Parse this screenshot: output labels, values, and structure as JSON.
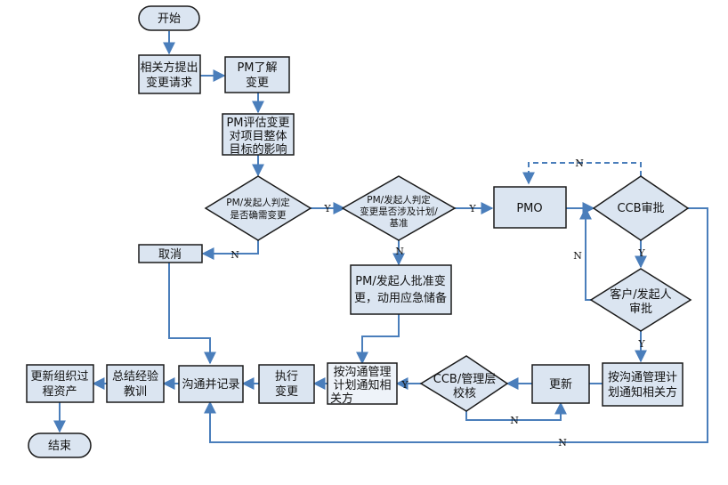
{
  "colors": {
    "box_fill": "#dbe5f1",
    "box_stroke": "#1a1a1a",
    "arrow": "#4a7ebb"
  },
  "nodes": {
    "start": "开始",
    "request_1": "相关方提出",
    "request_2": "变更请求",
    "pm_understand_1": "PM了解",
    "pm_understand_2": "变更",
    "pm_assess_1": "PM评估变更",
    "pm_assess_2": "对项目整体",
    "pm_assess_3": "目标的影响",
    "judge_need_1": "PM/发起人判定",
    "judge_need_2": "是否确需变更",
    "judge_baseline_1": "PM/发起人判定",
    "judge_baseline_2": "变更是否涉及计划/",
    "judge_baseline_3": "基准",
    "pmo": "PMO",
    "ccb_approve": "CCB审批",
    "cancel": "取消",
    "pm_emergency_1": "PM/发起人批准变",
    "pm_emergency_2": "更，动用应急储备",
    "customer_approve_1": "客户/发起人",
    "customer_approve_2": "审批",
    "notify_right_1": "按沟通管理计",
    "notify_right_2": "划通知相关方",
    "update": "更新",
    "ccb_review_1": "CCB/管理层",
    "ccb_review_2": "校核",
    "notify_mid_1": "按沟通管理",
    "notify_mid_2": "计划通知相",
    "notify_mid_3": "关方",
    "execute_1": "执行",
    "execute_2": "变更",
    "communicate": "沟通并记录",
    "summarize_1": "总结经验",
    "summarize_2": "教训",
    "update_assets_1": "更新组织过",
    "update_assets_2": "程资产",
    "end": "结束"
  },
  "edge_labels": {
    "need_yes": "Y",
    "need_no": "N",
    "baseline_yes": "Y",
    "baseline_no": "N",
    "ccb_loop_no": "N",
    "ccb_yes": "Y",
    "customer_no": "N",
    "customer_yes": "Y",
    "review_yes": "Y",
    "review_no": "N",
    "ccb_bottom_no": "N"
  }
}
